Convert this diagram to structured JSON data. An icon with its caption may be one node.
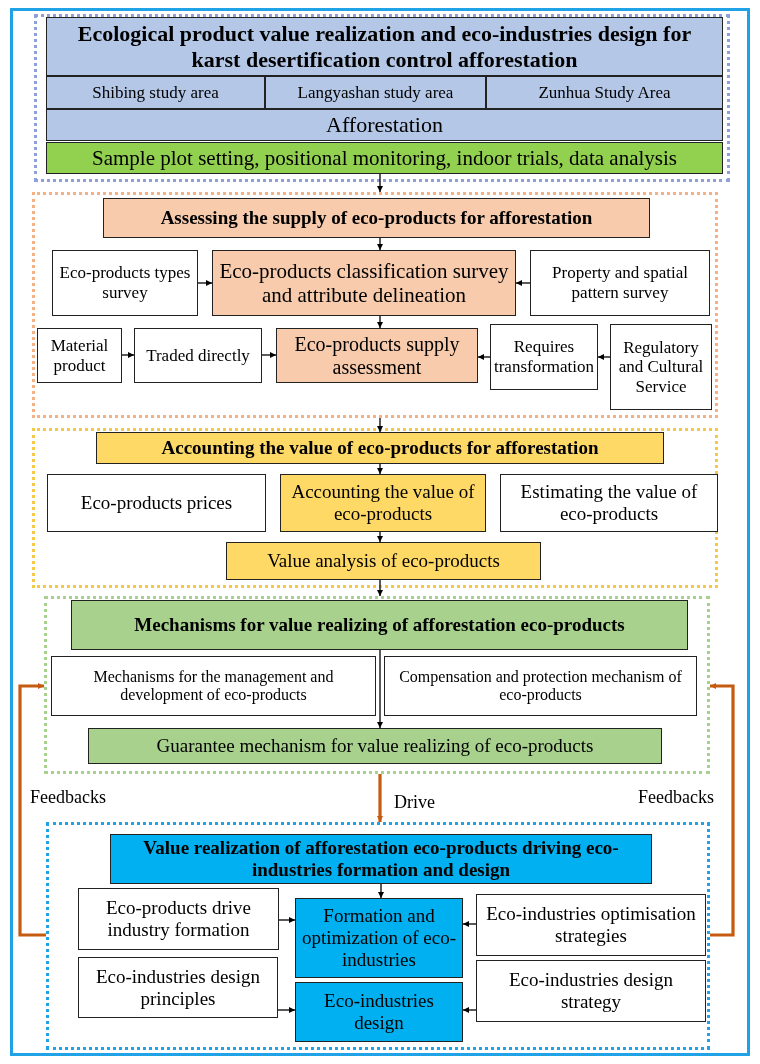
{
  "diagram": {
    "nodes": [
      {
        "text": [],
        "shape": "box"
      },
      {
        "text": [
          "Ecological product value realization and eco-industries design for karst desertification control afforestation"
        ],
        "in": 0
      },
      {
        "text": [
          "Shibing study area"
        ],
        "in": 0
      },
      {
        "text": [
          "Langyashan study area"
        ],
        "in": 0
      },
      {
        "text": [
          "Zunhua Study Area"
        ],
        "in": 0
      },
      {
        "text": [
          "Afforestation"
        ],
        "in": 0
      },
      {
        "text": [
          "Sample plot setting, positional monitoring, indoor trials, data analysis"
        ],
        "in": 0
      },
      {
        "text": [],
        "shape": "box"
      },
      {
        "text": [
          "Assessing the supply of eco-products for afforestation"
        ],
        "in": 7
      },
      {
        "text": [
          "Eco-products types survey"
        ],
        "in": 7
      },
      {
        "text": [
          "Eco-products classification survey and attribute delineation"
        ],
        "in": 7
      },
      {
        "text": [
          "Property and spatial pattern survey"
        ],
        "in": 7
      },
      {
        "text": [
          "Material product"
        ],
        "in": 7
      },
      {
        "text": [
          "Traded directly"
        ],
        "in": 7
      },
      {
        "text": [
          "Eco-products supply assessment"
        ],
        "in": 7
      },
      {
        "text": [
          "Requires transformation"
        ],
        "in": 7
      },
      {
        "text": [
          "Regulatory and Cultural Service"
        ],
        "in": 7
      },
      {
        "text": [],
        "shape": "box"
      },
      {
        "text": [
          "Accounting the value of eco-products for afforestation"
        ],
        "in": 17
      },
      {
        "text": [
          "Eco-products prices"
        ],
        "in": 17
      },
      {
        "text": [
          "Accounting the value of eco-products"
        ],
        "in": 17
      },
      {
        "text": [
          "Estimating the value of eco-products"
        ],
        "in": 17
      },
      {
        "text": [
          "Value analysis of eco-products"
        ],
        "in": 17
      },
      {
        "text": [],
        "shape": "box"
      },
      {
        "text": [
          "Mechanisms for value realizing of afforestation eco-products"
        ],
        "in": 23
      },
      {
        "text": [
          "Mechanisms for the management and development of eco-products"
        ],
        "in": 23
      },
      {
        "text": [
          "Compensation and protection mechanism of eco-products"
        ],
        "in": 23
      },
      {
        "text": [
          "Guarantee mechanism for value realizing of eco-products"
        ],
        "in": 23
      },
      {
        "text": [],
        "shape": "box"
      },
      {
        "text": [
          "Value realization of afforestation eco-products driving eco-industries formation and design"
        ],
        "in": 28
      },
      {
        "text": [
          "Eco-products drive industry formation"
        ],
        "in": 28
      },
      {
        "text": [
          "Formation and optimization of eco-industries"
        ],
        "in": 28
      },
      {
        "text": [
          "Eco-industries optimisation strategies"
        ],
        "in": 28
      },
      {
        "text": [
          "Eco-industries design principles"
        ],
        "in": 28
      },
      {
        "text": [
          "Eco-industries design"
        ],
        "in": 28
      },
      {
        "text": [
          "Eco-industries design strategy"
        ],
        "in": 28
      }
    ],
    "edges": [
      {
        "from": 6,
        "to": 7,
        "arrow": "to"
      },
      {
        "from": 8,
        "to": 10,
        "arrow": "to"
      },
      {
        "from": 9,
        "to": 10,
        "arrow": "to"
      },
      {
        "from": 11,
        "to": 10,
        "arrow": "to"
      },
      {
        "from": 10,
        "to": 14,
        "arrow": "to"
      },
      {
        "from": 12,
        "to": 13,
        "arrow": "to"
      },
      {
        "from": 13,
        "to": 14,
        "arrow": "to"
      },
      {
        "from": 16,
        "to": 15,
        "arrow": "to"
      },
      {
        "from": 15,
        "to": 14,
        "arrow": "to"
      },
      {
        "from": 7,
        "to": 18,
        "arrow": "to"
      },
      {
        "from": 18,
        "to": 20,
        "arrow": "to"
      },
      {
        "from": 20,
        "to": 22,
        "arrow": "to"
      },
      {
        "from": 22,
        "to": 23,
        "arrow": "to"
      },
      {
        "from": 24,
        "to": 27,
        "arrow": "to"
      },
      {
        "from": 23,
        "to": 28,
        "arrow": "to",
        "label": "Drive",
        "style": "thick",
        "color": "#c55a11"
      },
      {
        "from": 28,
        "to": 23,
        "arrow": "to",
        "label": "Feedbacks",
        "style": "thick",
        "color": "#c55a11"
      },
      {
        "from": 28,
        "to": 23,
        "arrow": "to",
        "label": "Feedbacks",
        "style": "thick",
        "color": "#c55a11"
      },
      {
        "from": 29,
        "to": 31,
        "arrow": "to"
      },
      {
        "from": 30,
        "to": 31,
        "arrow": "to"
      },
      {
        "from": 32,
        "to": 31,
        "arrow": "to"
      },
      {
        "from": 33,
        "to": 34,
        "arrow": "to"
      },
      {
        "from": 35,
        "to": 34,
        "arrow": "to"
      }
    ]
  }
}
